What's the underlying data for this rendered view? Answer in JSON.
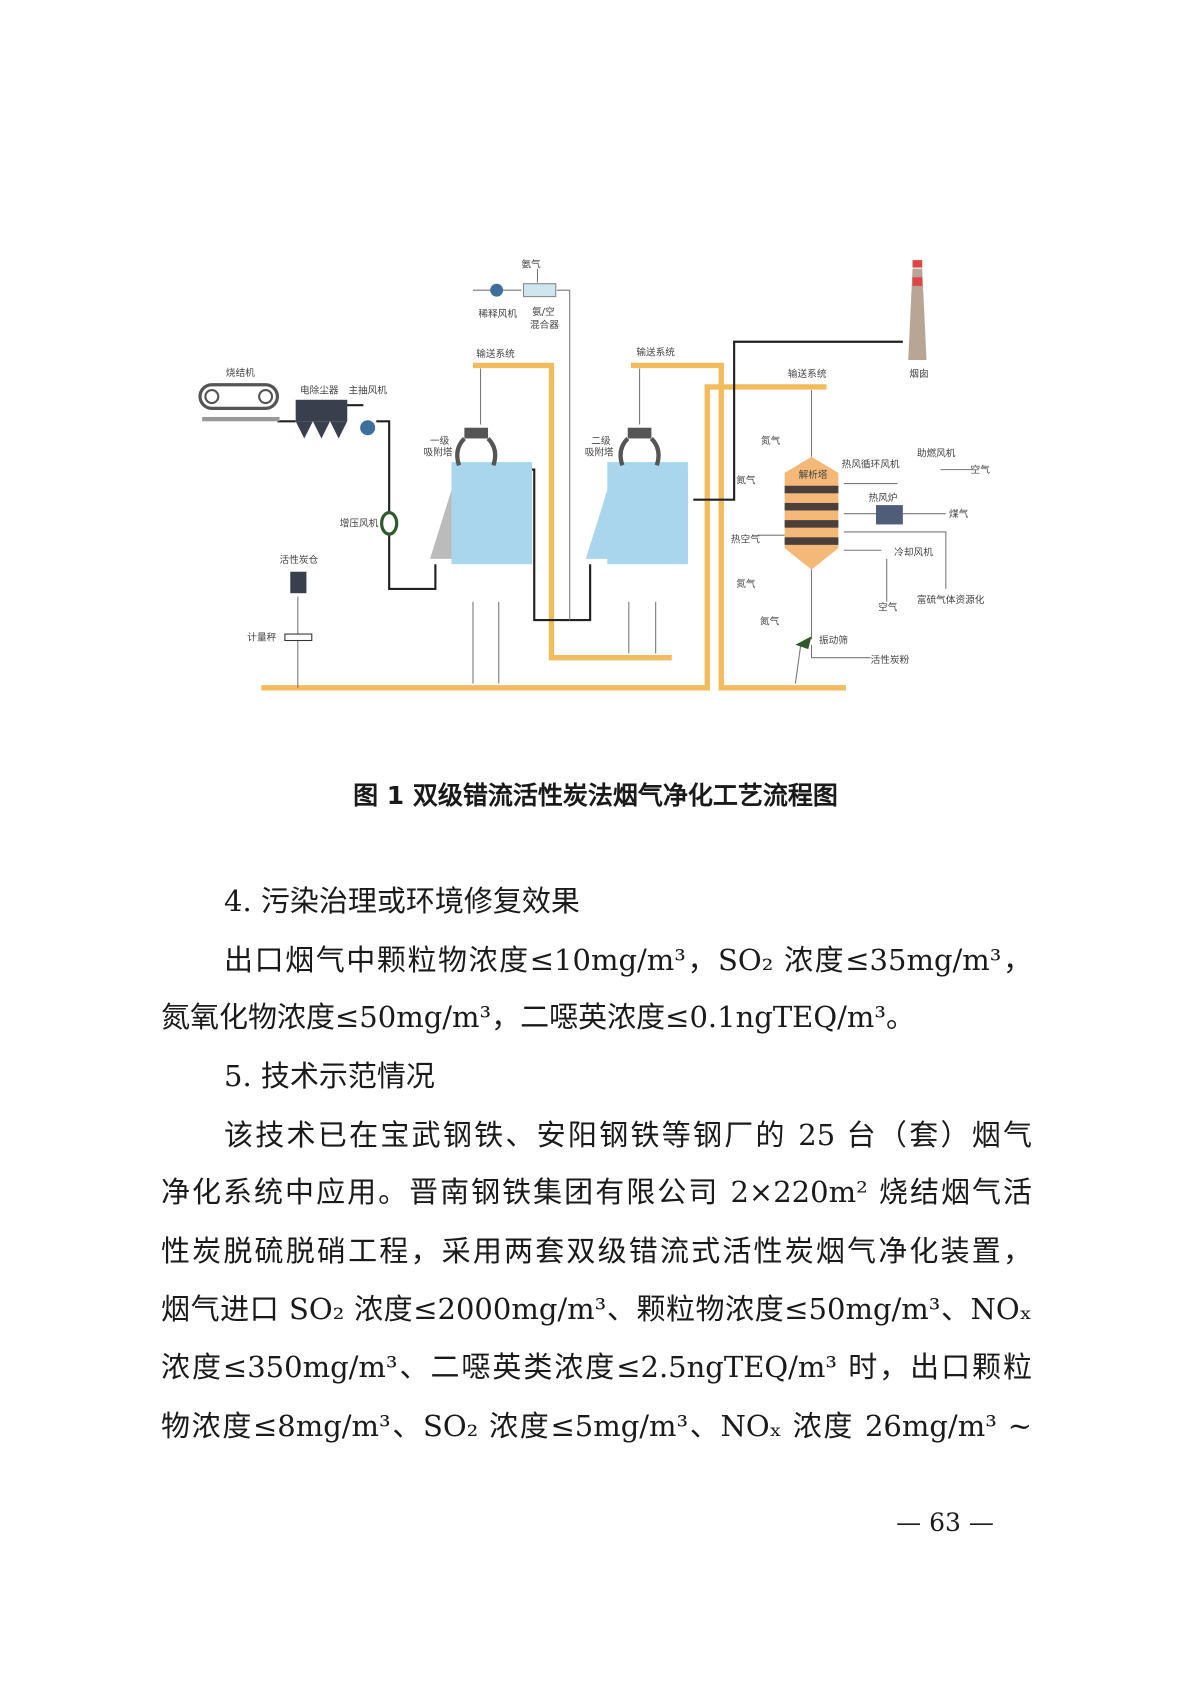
{
  "figure": {
    "caption": "图 1  双级错流活性炭法烟气净化工艺流程图",
    "labels": {
      "ammonia_top": "氨气",
      "dilution_fan": "稀释风机",
      "mixer_1": "氨/空",
      "mixer_2": "混合器",
      "conveyor_1": "输送系统",
      "conveyor_2": "输送系统",
      "conveyor_3": "输送系统",
      "chimney": "烟囱",
      "sinter_machine": "烧结机",
      "esp": "电除尘器",
      "main_fan": "主抽风机",
      "tower1_a": "一级",
      "tower1_b": "吸附塔",
      "tower2_a": "二级",
      "tower2_b": "吸附塔",
      "nitrogen_1": "氮气",
      "nitrogen_2": "氮气",
      "nitrogen_3": "氮气",
      "nitrogen_4": "氮气",
      "desorption_tower": "解析塔",
      "hot_air_fan": "热风循环风机",
      "combustion_fan": "助燃风机",
      "air_1": "空气",
      "hot_stove": "热风炉",
      "coal_gas": "煤气",
      "booster_fan": "增压风机",
      "hot_air": "热空气",
      "cooling_fan": "冷却风机",
      "carbon_bin": "活性炭仓",
      "sulfur_gas": "富硫气体资源化",
      "air_2": "空气",
      "vibrating_screen": "振动筛",
      "weigher": "计量秤",
      "carbon_powder": "活性炭粉"
    }
  },
  "section4": {
    "heading": "4. 污染治理或环境修复效果",
    "lines": [
      "出口烟气中颗粒物浓度≤10mg/m³，SO₂ 浓度≤35mg/m³，",
      "氮氧化物浓度≤50mg/m³，二噁英浓度≤0.1ngTEQ/m³。"
    ]
  },
  "section5": {
    "heading": "5. 技术示范情况",
    "lines": [
      "该技术已在宝武钢铁、安阳钢铁等钢厂的 25 台（套）烟气",
      "净化系统中应用。晋南钢铁集团有限公司 2×220m² 烧结烟气活",
      "性炭脱硫脱硝工程，采用两套双级错流式活性炭烟气净化装置，",
      "烟气进口 SO₂ 浓度≤2000mg/m³、颗粒物浓度≤50mg/m³、NOₓ",
      "浓度≤350mg/m³、二噁英类浓度≤2.5ngTEQ/m³ 时，出口颗粒",
      "物浓度≤8mg/m³、SO₂ 浓度≤5mg/m³、NOₓ 浓度 26mg/m³ ~"
    ]
  },
  "page_number": "— 63 —",
  "colors": {
    "pipe": "#f2bb5e",
    "tower": "#a9d6ec",
    "desorber": "#f4b978",
    "band": "#4a3f3a"
  }
}
